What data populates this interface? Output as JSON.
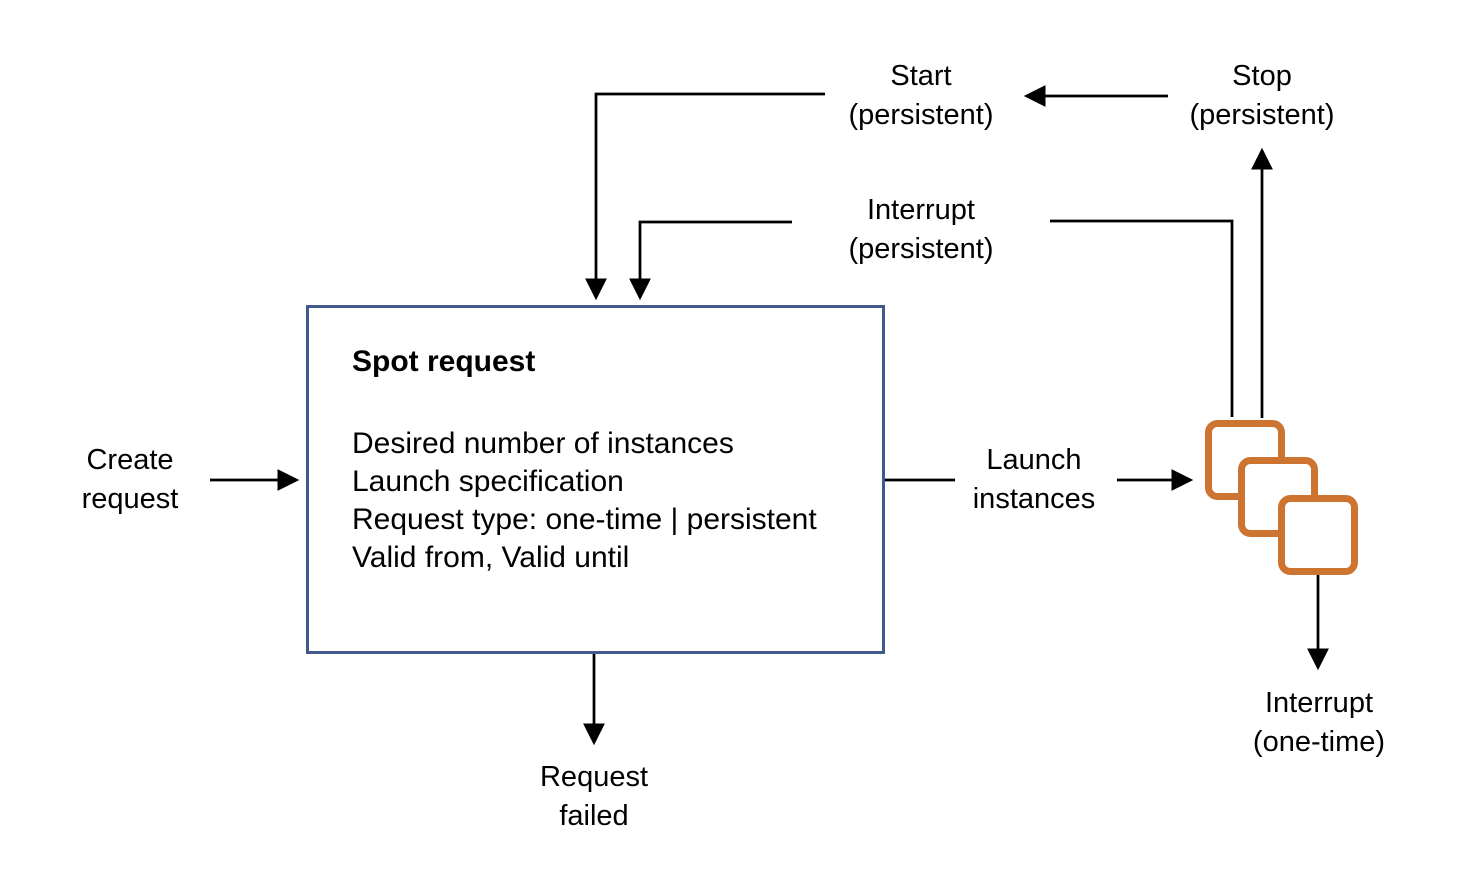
{
  "colors": {
    "box_border": "#41598c",
    "instances_orange": "#ce7431",
    "connector": "#000000",
    "text": "#000000",
    "background": "#ffffff"
  },
  "spot_request_box": {
    "title": "Spot request",
    "lines": [
      "Desired number of instances",
      "Launch specification",
      "Request type: one-time | persistent",
      "Valid from, Valid until"
    ]
  },
  "labels": {
    "create_request": {
      "line1": "Create",
      "line2": "request"
    },
    "start_persistent": {
      "line1": "Start",
      "line2": "(persistent)"
    },
    "stop_persistent": {
      "line1": "Stop",
      "line2": "(persistent)"
    },
    "interrupt_persistent": {
      "line1": "Interrupt",
      "line2": "(persistent)"
    },
    "launch_instances": {
      "line1": "Launch",
      "line2": "instances"
    },
    "request_failed": {
      "line1": "Request",
      "line2": "failed"
    },
    "interrupt_one_time": {
      "line1": "Interrupt",
      "line2": "(one-time)"
    }
  },
  "icons": {
    "instances_icon": "three-overlapping-rounded-squares"
  }
}
